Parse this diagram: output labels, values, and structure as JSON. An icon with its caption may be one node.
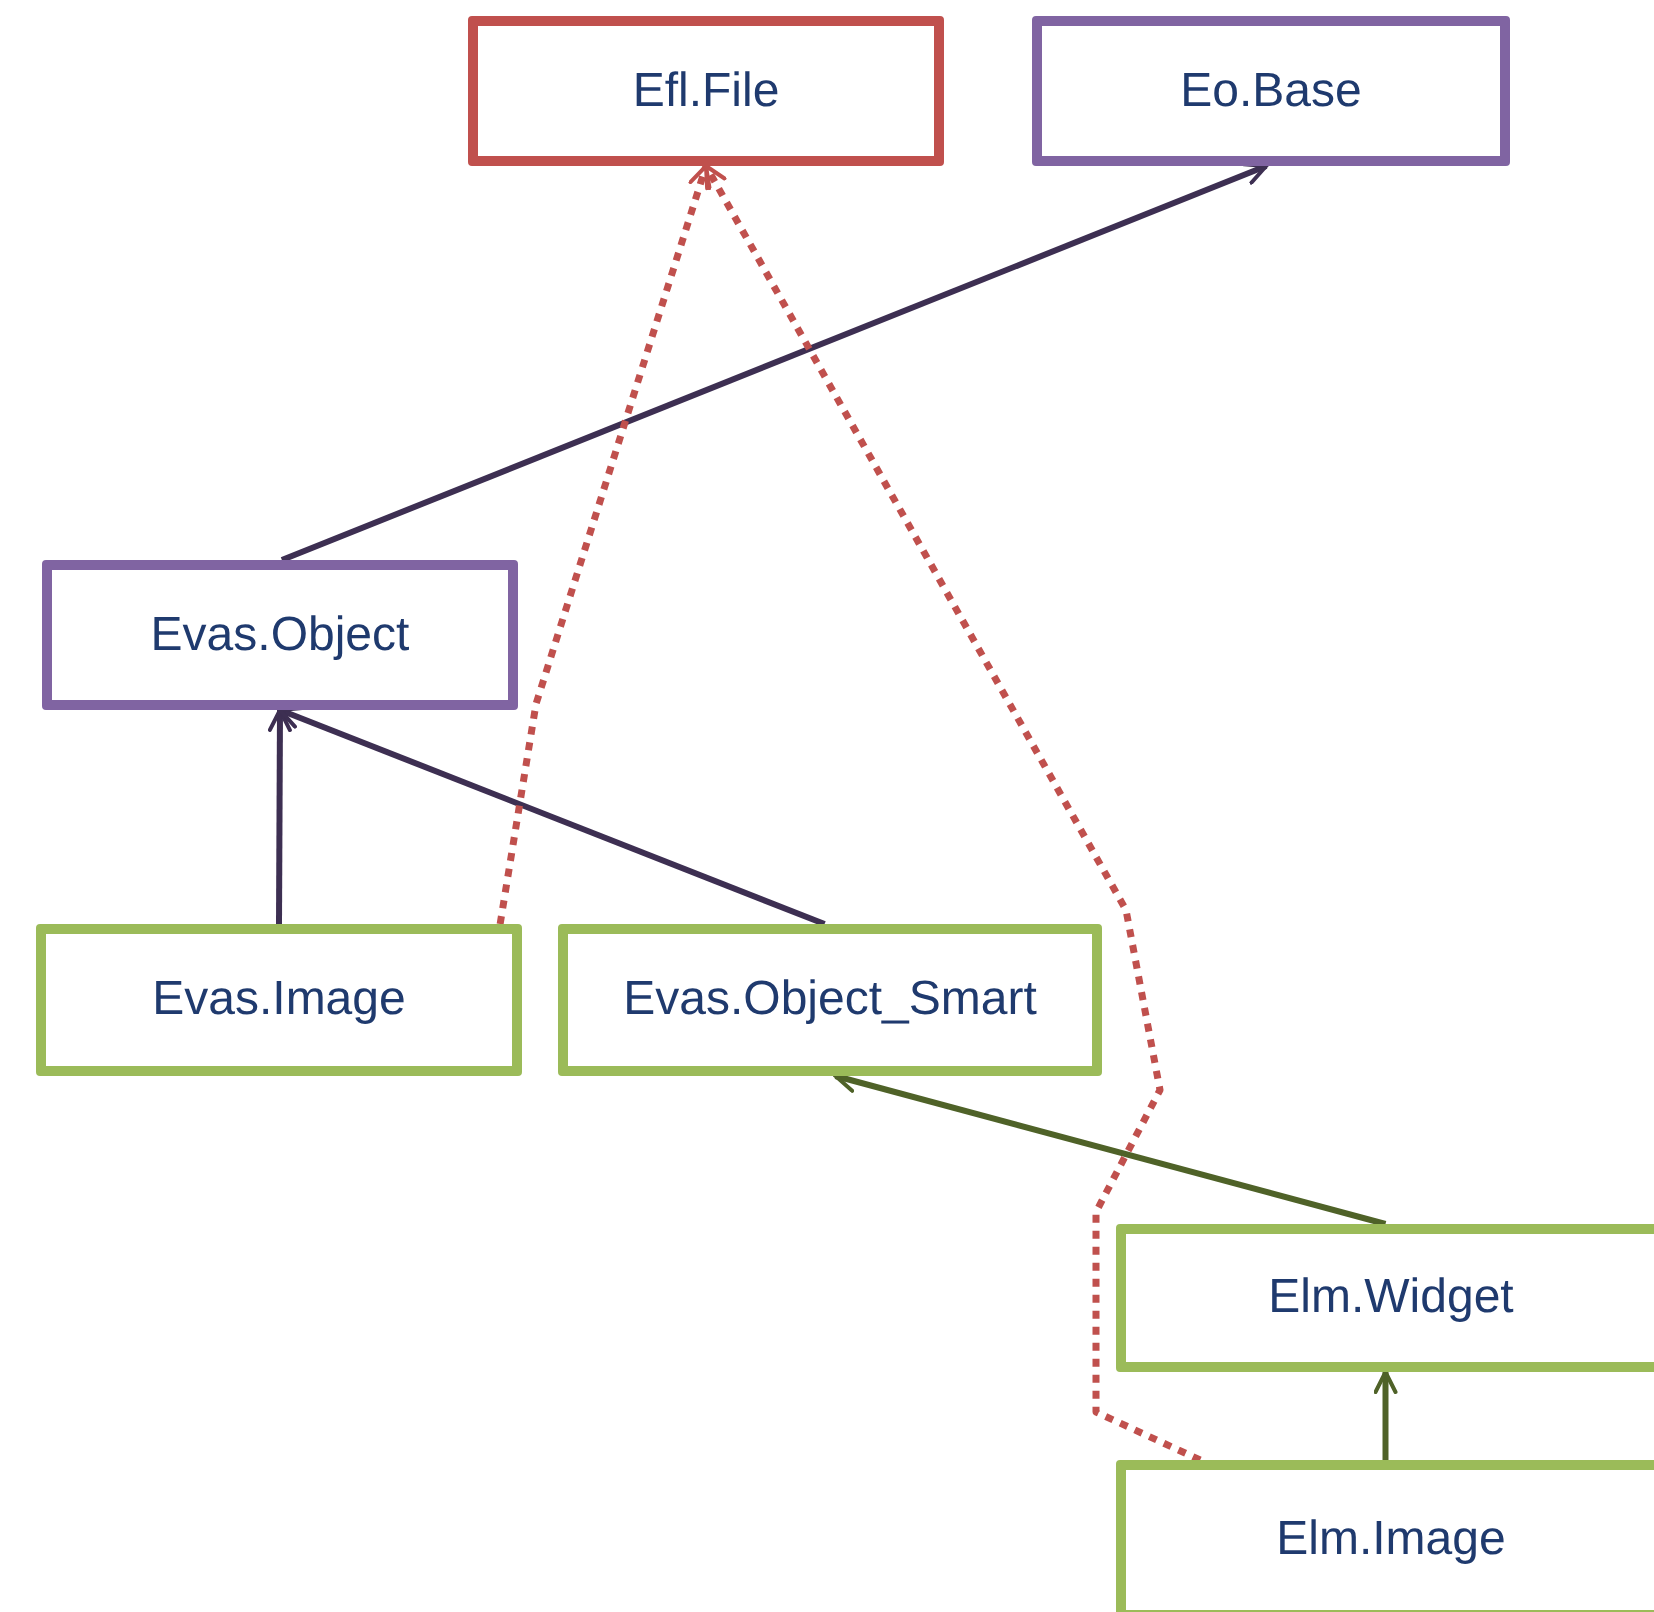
{
  "diagram": {
    "nodes": [
      {
        "text": [
          "Efl.File"
        ]
      },
      {
        "text": [
          "Eo.Base"
        ]
      },
      {
        "text": [
          "Evas.Object"
        ]
      },
      {
        "text": [
          "Evas.Image"
        ]
      },
      {
        "text": [
          "Evas.Object_Smart"
        ]
      },
      {
        "text": [
          "Elm.Widget"
        ]
      },
      {
        "text": [
          "Elm.Image"
        ]
      }
    ],
    "edges": [
      {
        "from": 2,
        "to": 1,
        "arrow": "to"
      },
      {
        "from": 3,
        "to": 2,
        "arrow": "to"
      },
      {
        "from": 4,
        "to": 2,
        "arrow": "to"
      },
      {
        "from": 5,
        "to": 4,
        "arrow": "to",
        "color": "#4f6228"
      },
      {
        "from": 6,
        "to": 5,
        "arrow": "to",
        "color": "#4f6228"
      },
      {
        "from": 3,
        "to": 0,
        "arrow": "to",
        "style": "dashed",
        "color": "#c0504d"
      },
      {
        "from": 6,
        "to": 0,
        "arrow": "to",
        "style": "dashed",
        "color": "#c0504d"
      }
    ]
  }
}
